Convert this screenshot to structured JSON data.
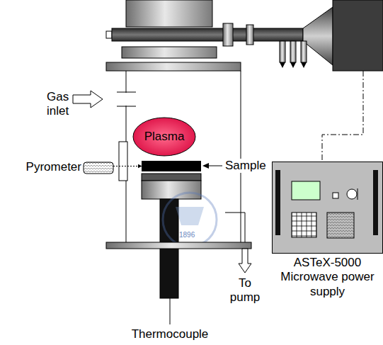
{
  "diagram": {
    "nodes": [
      {
        "text": [
          "Plasma"
        ]
      },
      {
        "text": [
          "Pyrometer"
        ]
      },
      {
        "text": [
          "Sample"
        ]
      },
      {
        "text": [
          "ASTeX-5000 Microwave power supply"
        ]
      }
    ],
    "edges": [
      {
        "from": 1,
        "to": 2,
        "arrow": "to"
      }
    ],
    "labels": [
      "Gas inlet",
      "1896",
      "To pump",
      "Thermocouple"
    ]
  }
}
